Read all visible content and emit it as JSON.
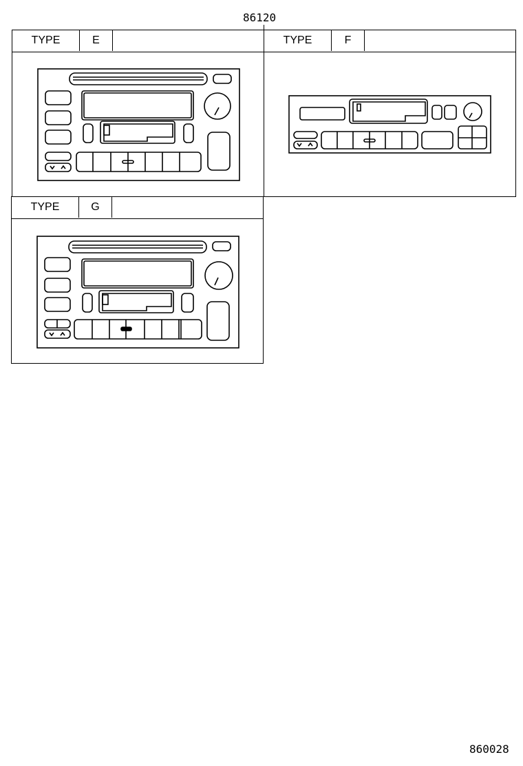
{
  "diagram": {
    "group_part_number": "86120",
    "illustration_number": "860028",
    "panels": [
      {
        "type_label": "TYPE",
        "type_code": "E",
        "description": "Radio/cassette head unit with CD slot, display, volume knob, 6 preset buttons"
      },
      {
        "type_label": "TYPE",
        "type_code": "F",
        "description": "Slim radio/cassette head unit with display, cassette door, volume knob, 5 preset buttons"
      },
      {
        "type_label": "TYPE",
        "type_code": "G",
        "description": "Radio/cassette head unit with CD slot, display, volume knob, 6 preset buttons"
      }
    ],
    "icons": {
      "seek_down": "chevron-down-icon",
      "seek_up": "chevron-up-icon"
    }
  }
}
